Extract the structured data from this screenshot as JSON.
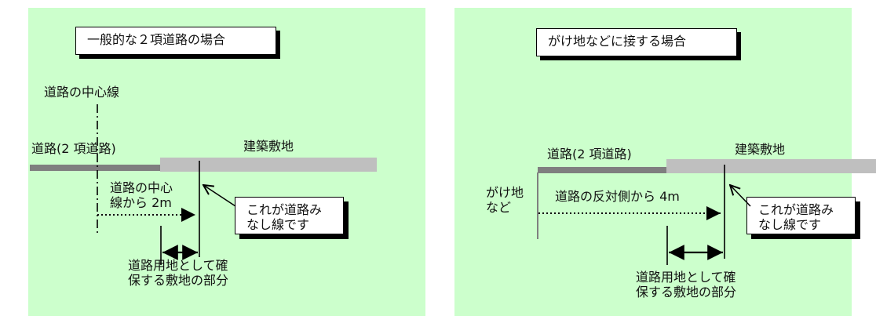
{
  "left_panel": {
    "title": "一般的な２項道路の場合",
    "centerline_label": "道路の中心線",
    "road_label": "道路(2 項道路)",
    "site_label": "建築敷地",
    "distance_label": "道路の中心\n線から 2m",
    "callout": "これが道路み\nなし線です",
    "setback_label": "道路用地として確\n保する敷地の部分"
  },
  "right_panel": {
    "title": "がけ地などに接する場合",
    "road_label": "道路(2 項道路)",
    "site_label": "建築敷地",
    "cliff_label": "がけ地\nなど",
    "distance_label": "道路の反対側から 4m",
    "callout": "これが道路み\nなし線です",
    "setback_label": "道路用地として確\n保する敷地の部分"
  }
}
